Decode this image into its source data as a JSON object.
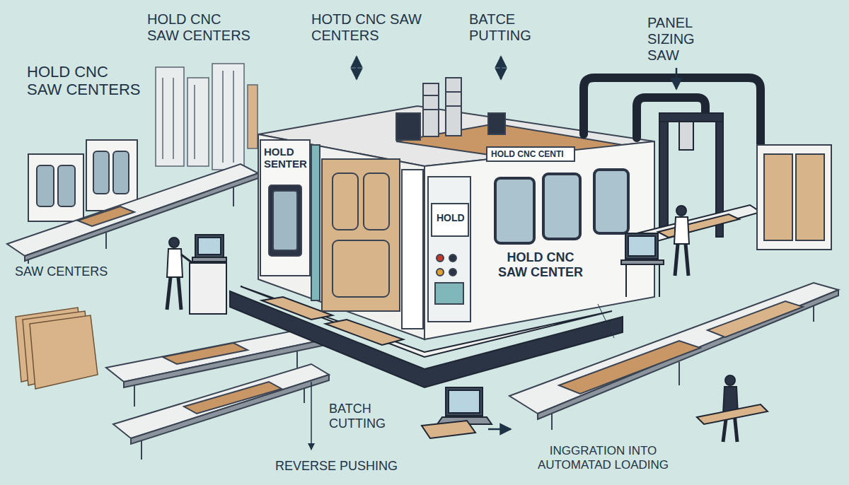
{
  "diagram": {
    "labels": [
      "HOLD CNC SAW CENTERS",
      "HOLD CNC SAW CENTERS",
      "HOTD CNC SAW CENTERS",
      "BATCE PUTTING",
      "PANEL SIZING SAW",
      "HOLD SENTER",
      "HOLD CNC CENTI",
      "HOLD",
      "HOLD CNC SAW CENTER",
      "SAW CENTERS",
      "BATCH CUTTING",
      "REVERSE PUSHING",
      "INGGRATION INTO AUTOMATAD LOADING"
    ]
  }
}
